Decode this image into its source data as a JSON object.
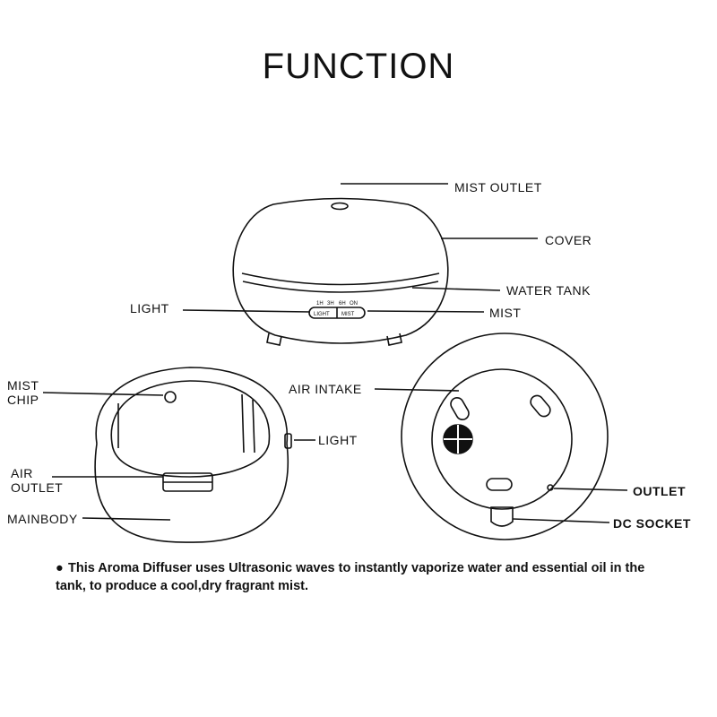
{
  "title": "FUNCTION",
  "top_view": {
    "labels": {
      "mist_outlet": "MIST OUTLET",
      "cover": "COVER",
      "water_tank": "WATER TANK",
      "light": "LIGHT",
      "mist": "MIST"
    },
    "panel": {
      "timer_options": [
        "1H",
        "3H",
        "6H",
        "ON"
      ],
      "buttons": [
        "LIGHT",
        "MIST"
      ]
    }
  },
  "open_view": {
    "labels": {
      "mist_chip": "MIST CHIP",
      "air_outlet": "AIR OUTLET",
      "mainbody": "MAINBODY",
      "light": "LIGHT"
    }
  },
  "bottom_view": {
    "labels": {
      "air_intake": "AIR INTAKE",
      "outlet": "OUTLET",
      "dc_socket": "DC SOCKET"
    }
  },
  "description": "This Aroma Diffuser uses Ultrasonic waves to instantly vaporize water and essential oil in the tank, to produce a cool,dry fragrant mist."
}
